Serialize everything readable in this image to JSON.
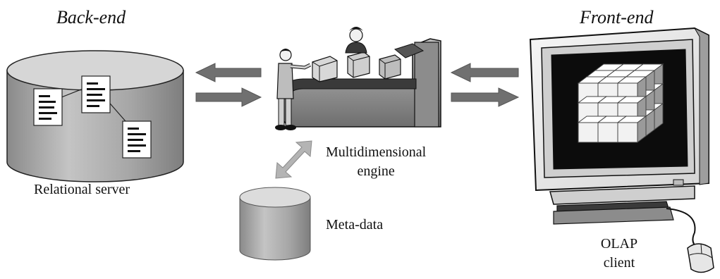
{
  "backend": {
    "title": "Back-end",
    "server_label": "Relational server"
  },
  "engine": {
    "label_line1": "Multidimensional",
    "label_line2": "engine"
  },
  "metadata": {
    "label": "Meta-data"
  },
  "frontend": {
    "title": "Front-end",
    "client_line1": "OLAP",
    "client_line2": "client"
  },
  "colors": {
    "arrow": "#707070",
    "arrow_light": "#b4b4b4",
    "cylinder_top": "#d8d8d8",
    "cylinder_side": "#9a9a9a",
    "monitor_body": "#ececec",
    "screen": "#0c0c0c",
    "cube": "#f2f2f2"
  }
}
